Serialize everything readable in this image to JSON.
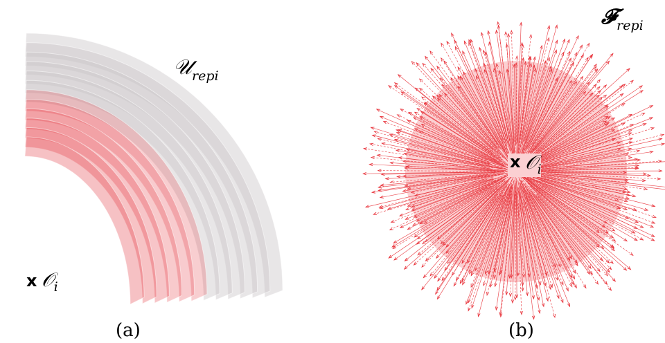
{
  "panel_a": {
    "caption": "(a)",
    "marker": "x",
    "origin_label": "𝒪",
    "origin_sub": "i",
    "field_label": "𝒰",
    "field_sub": "repi"
  },
  "panel_b": {
    "caption": "(b)",
    "marker": "x",
    "origin_label": "𝒪",
    "origin_sub": "i",
    "field_label": "𝓕",
    "field_sub": "repi"
  },
  "colors": {
    "shell_gray": "#c9c4c6",
    "shell_red": "#e0202a",
    "arrow_red": "#e8323a",
    "halo_pink": "#fbd0d2"
  }
}
